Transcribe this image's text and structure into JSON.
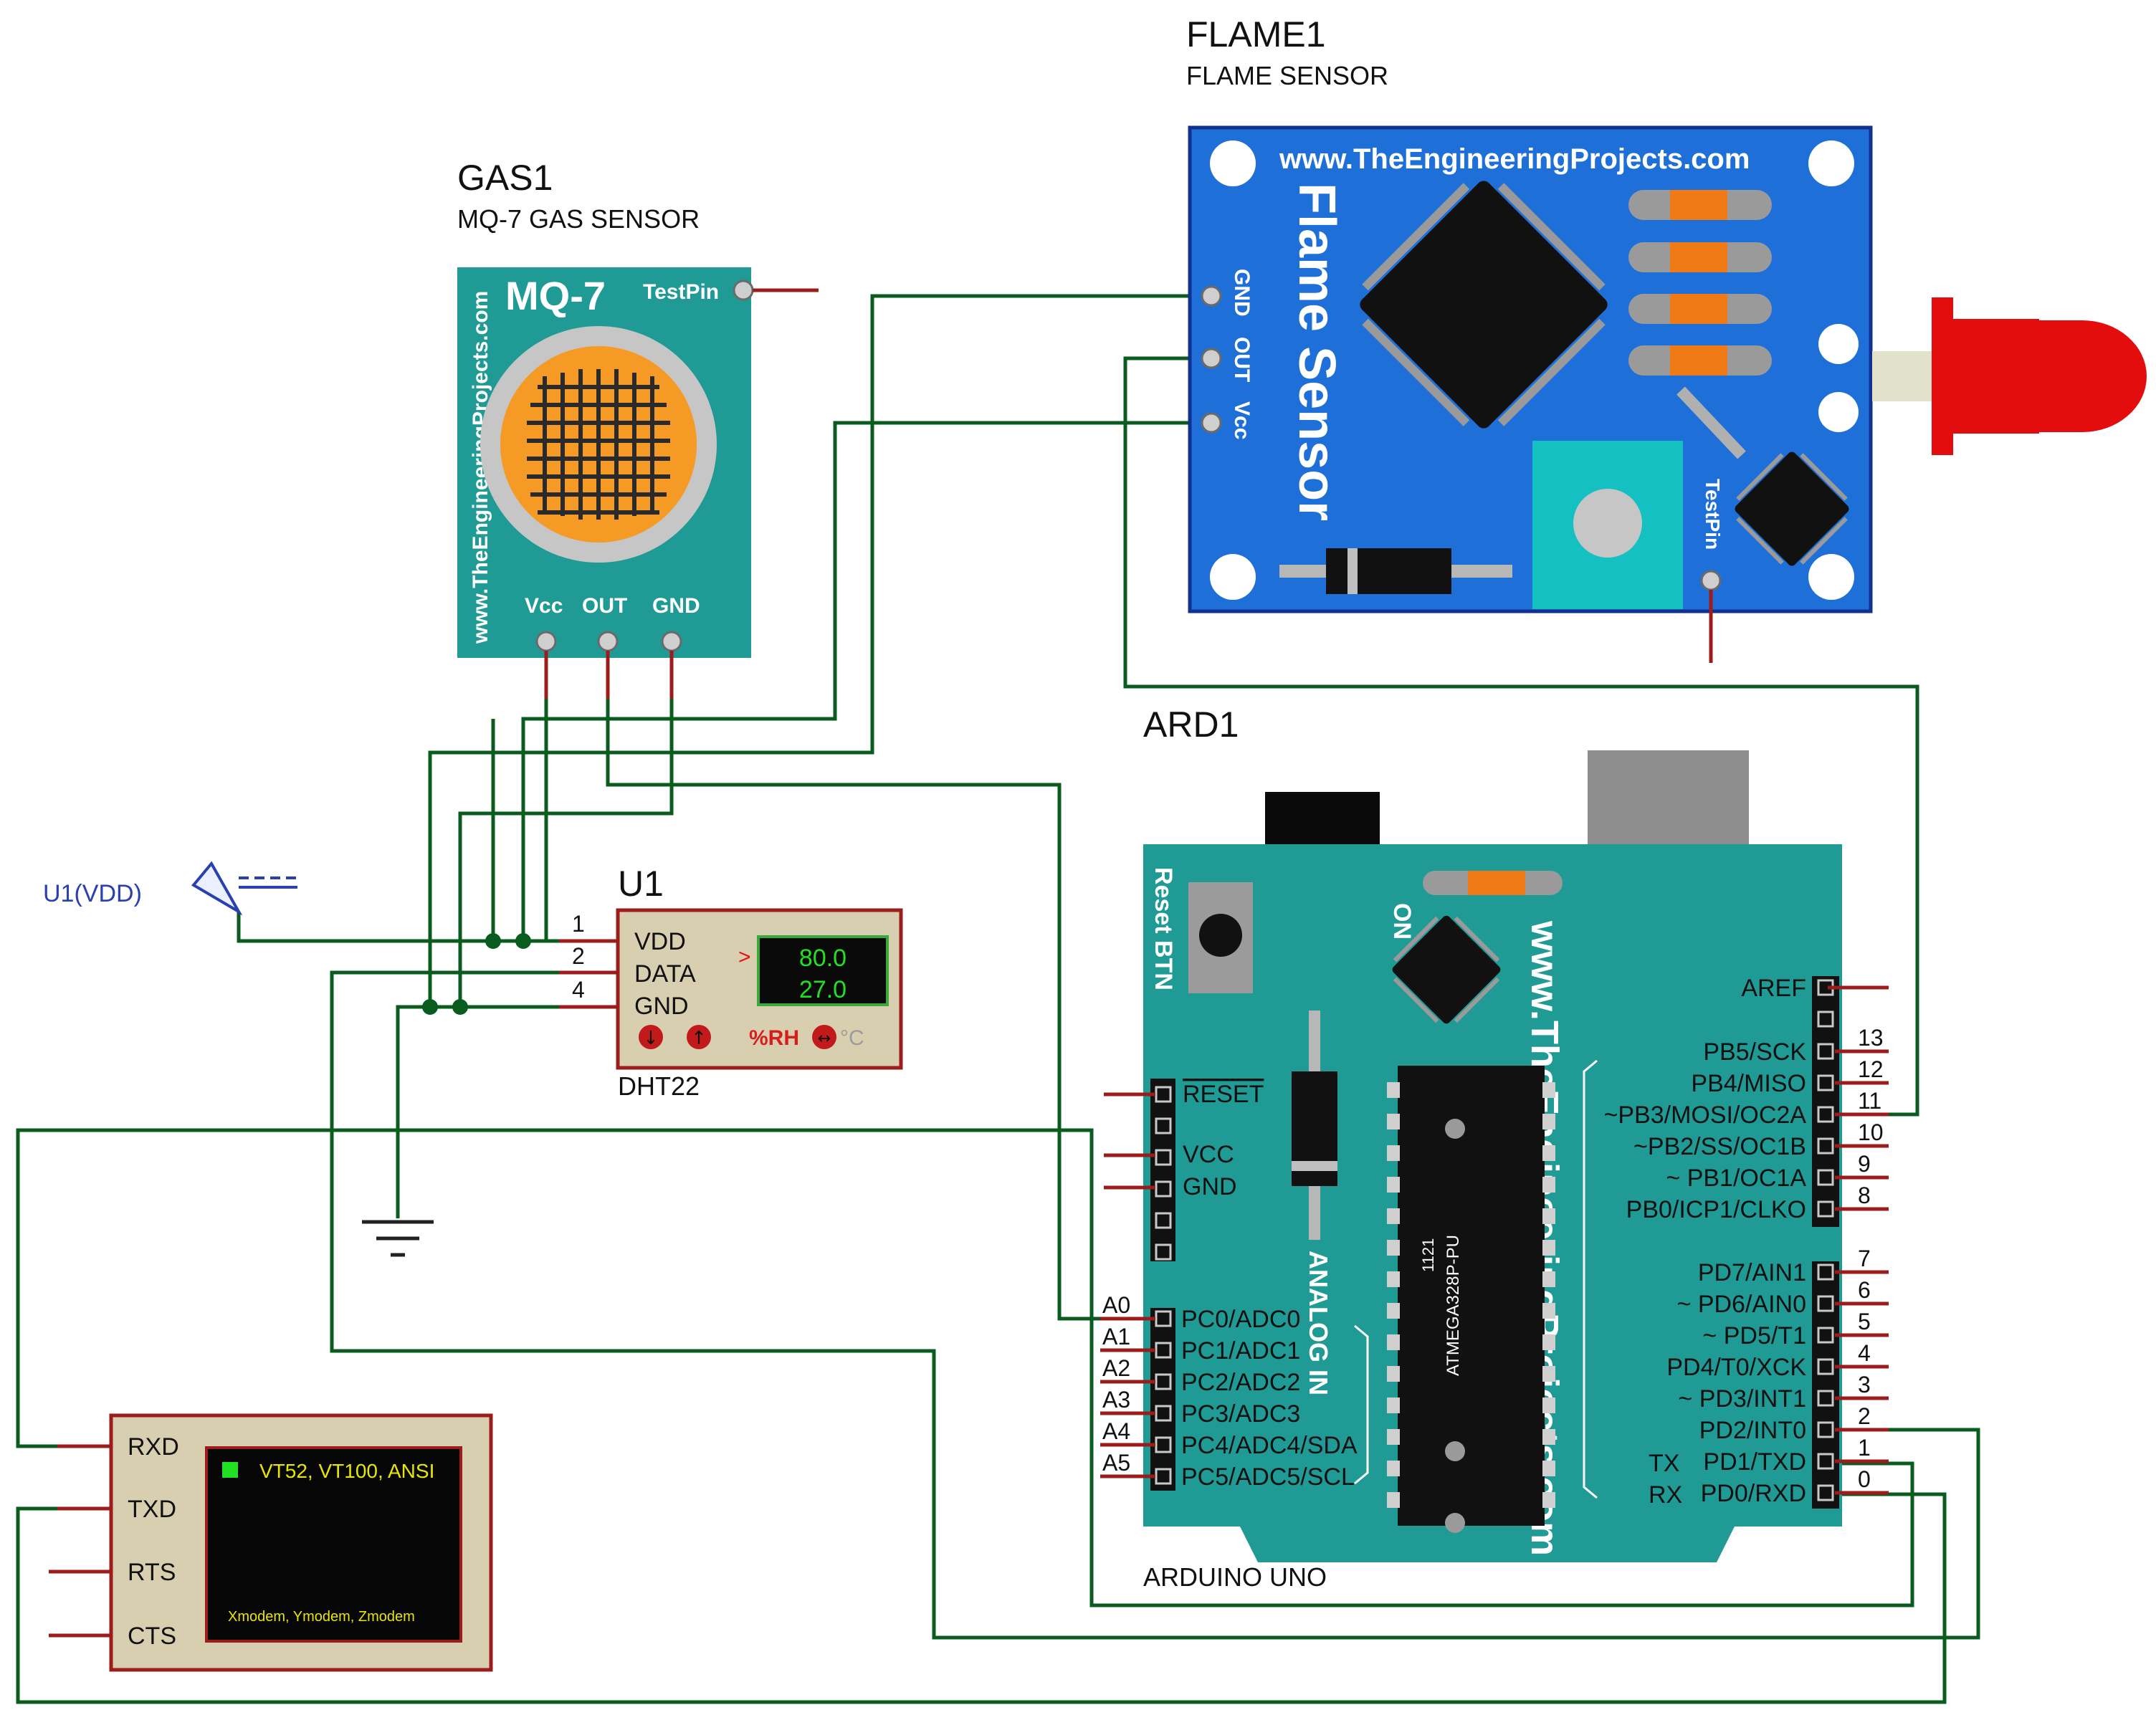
{
  "flame": {
    "ref": "FLAME1",
    "name": "FLAME SENSOR",
    "url": "www.TheEngineeringProjects.com",
    "board_title": "Flame Sensor",
    "pins": [
      "GND",
      "OUT",
      "Vcc"
    ],
    "testpin": "TestPin"
  },
  "gas": {
    "ref": "GAS1",
    "name": "MQ-7 GAS SENSOR",
    "model": "MQ-7",
    "testpin": "TestPin",
    "url": "www.TheEngineeringProjects.com",
    "pins": [
      "Vcc",
      "OUT",
      "GND"
    ]
  },
  "dht": {
    "ref": "U1",
    "name": "DHT22",
    "pin_numbers": [
      "1",
      "2",
      "4"
    ],
    "pins": [
      "VDD",
      "DATA",
      "GND"
    ],
    "humidity": "80.0",
    "temperature": "27.0",
    "arrow": ">",
    "rh_label": "%RH",
    "c_label": "°C"
  },
  "power": {
    "label": "U1(VDD)"
  },
  "arduino": {
    "ref": "ARD1",
    "name": "ARDUINO UNO",
    "url": "www.TheEngineeringProjects.com",
    "reset_label": "Reset BTN",
    "on_label": "ON",
    "chip_text": [
      "1121",
      "ATMEGA328P-PU"
    ],
    "analog_label": "ANALOG IN",
    "aref": "AREF",
    "power_pins": [
      "RESET",
      "VCC",
      "GND"
    ],
    "analog_pins": [
      {
        "num": "A0",
        "name": "PC0/ADC0"
      },
      {
        "num": "A1",
        "name": "PC1/ADC1"
      },
      {
        "num": "A2",
        "name": "PC2/ADC2"
      },
      {
        "num": "A3",
        "name": "PC3/ADC3"
      },
      {
        "num": "A4",
        "name": "PC4/ADC4/SDA"
      },
      {
        "num": "A5",
        "name": "PC5/ADC5/SCL"
      }
    ],
    "digital_high": [
      {
        "num": "13",
        "name": "PB5/SCK"
      },
      {
        "num": "12",
        "name": "PB4/MISO"
      },
      {
        "num": "11",
        "name": "~PB3/MOSI/OC2A"
      },
      {
        "num": "10",
        "name": "~PB2/SS/OC1B"
      },
      {
        "num": "9",
        "name": "~ PB1/OC1A"
      },
      {
        "num": "8",
        "name": "PB0/ICP1/CLKO"
      }
    ],
    "digital_low": [
      {
        "num": "7",
        "name": "PD7/AIN1"
      },
      {
        "num": "6",
        "name": "~ PD6/AIN0"
      },
      {
        "num": "5",
        "name": "~ PD5/T1"
      },
      {
        "num": "4",
        "name": "PD4/T0/XCK"
      },
      {
        "num": "3",
        "name": "~ PD3/INT1"
      },
      {
        "num": "2",
        "name": "PD2/INT0"
      },
      {
        "num": "1",
        "name": "PD1/TXD"
      },
      {
        "num": "0",
        "name": "PD0/RXD"
      }
    ],
    "tx_label": "TX",
    "rx_label": "RX"
  },
  "terminal": {
    "pins": [
      "RXD",
      "TXD",
      "RTS",
      "CTS"
    ],
    "header": "VT52, VT100, ANSI",
    "footer": "Xmodem, Ymodem, Zmodem"
  },
  "colors": {
    "wire": "#0a5c1e",
    "pin_stub": "#9c1c1c",
    "flame_board": "#1f6fd8",
    "gas_board": "#1f9a95",
    "arduino_board": "#1f9a95",
    "terminal_body": "#d8ceb0",
    "lcd_green": "#22e022",
    "lcd_yellow": "#e7e700"
  }
}
